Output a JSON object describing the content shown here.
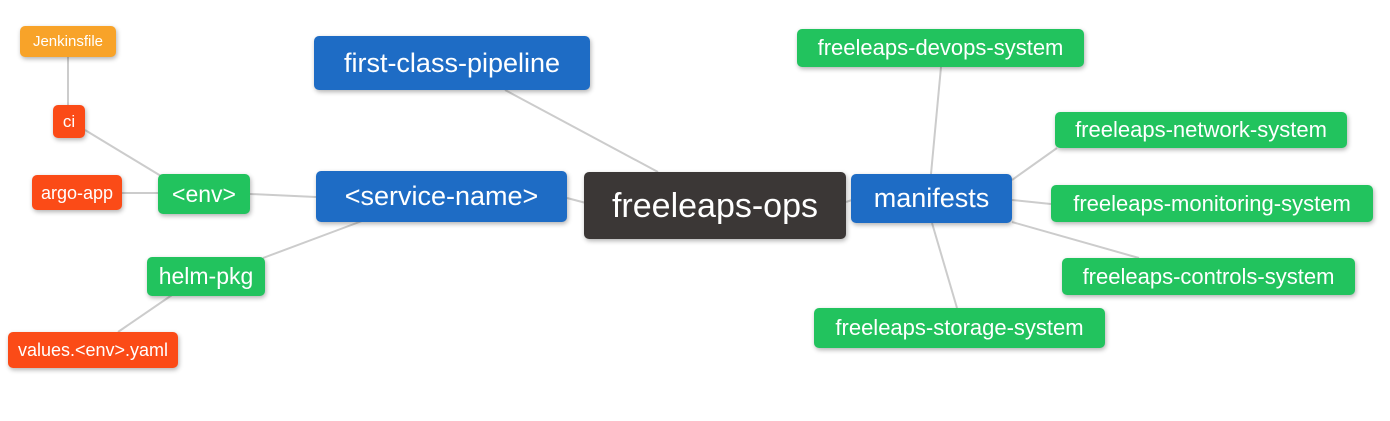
{
  "diagram": {
    "type": "mindmap",
    "root": "freeleaps_ops",
    "background_color": "#ffffff"
  },
  "palette": {
    "root_bg": "#3b3736",
    "branch_blue": "#1e6cc5",
    "leaf_green": "#22c35e",
    "leaf_red": "#fb4b17",
    "leaf_orange": "#f8a329",
    "edge_line": "#cccccc",
    "node_text": "#ffffff"
  },
  "nodes": {
    "freeleaps_ops": {
      "label": "freeleaps-ops",
      "color": "dark"
    },
    "first_class_pipeline": {
      "label": "first-class-pipeline",
      "color": "blue"
    },
    "service_name": {
      "label": "<service-name>",
      "color": "blue"
    },
    "manifests": {
      "label": "manifests",
      "color": "blue"
    },
    "env": {
      "label": "<env>",
      "color": "green"
    },
    "helm_pkg": {
      "label": "helm-pkg",
      "color": "green"
    },
    "ci": {
      "label": "ci",
      "color": "red"
    },
    "argo_app": {
      "label": "argo-app",
      "color": "red"
    },
    "values_env_yaml": {
      "label": "values.<env>.yaml",
      "color": "red"
    },
    "jenkinsfile": {
      "label": "Jenkinsfile",
      "color": "orange"
    },
    "devops_system": {
      "label": "freeleaps-devops-system",
      "color": "green"
    },
    "network_system": {
      "label": "freeleaps-network-system",
      "color": "green"
    },
    "monitoring_system": {
      "label": "freeleaps-monitoring-system",
      "color": "green"
    },
    "controls_system": {
      "label": "freeleaps-controls-system",
      "color": "green"
    },
    "storage_system": {
      "label": "freeleaps-storage-system",
      "color": "green"
    }
  },
  "edges": [
    {
      "from": "jenkinsfile",
      "to": "ci"
    },
    {
      "from": "ci",
      "to": "env"
    },
    {
      "from": "argo_app",
      "to": "env"
    },
    {
      "from": "env",
      "to": "service_name"
    },
    {
      "from": "helm_pkg",
      "to": "service_name"
    },
    {
      "from": "values_env_yaml",
      "to": "helm_pkg"
    },
    {
      "from": "first_class_pipeline",
      "to": "freeleaps_ops"
    },
    {
      "from": "service_name",
      "to": "freeleaps_ops"
    },
    {
      "from": "freeleaps_ops",
      "to": "manifests"
    },
    {
      "from": "manifests",
      "to": "devops_system"
    },
    {
      "from": "manifests",
      "to": "network_system"
    },
    {
      "from": "manifests",
      "to": "monitoring_system"
    },
    {
      "from": "manifests",
      "to": "controls_system"
    },
    {
      "from": "manifests",
      "to": "storage_system"
    }
  ]
}
